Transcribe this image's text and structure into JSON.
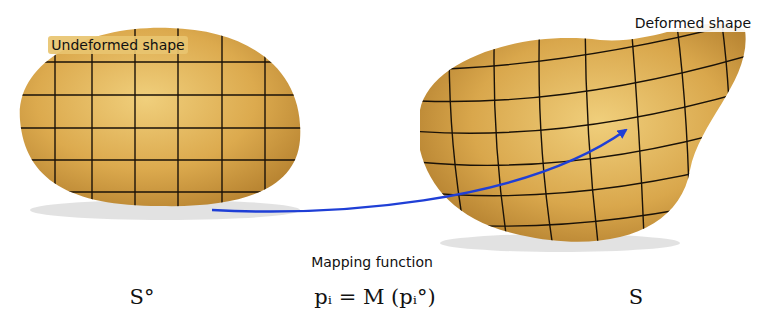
{
  "diagram": {
    "labels": [
      "Undeformed shape",
      "Deformed shape",
      "Mapping function",
      "S°",
      "pᵢ = M (pᵢ°)",
      "S"
    ]
  }
}
